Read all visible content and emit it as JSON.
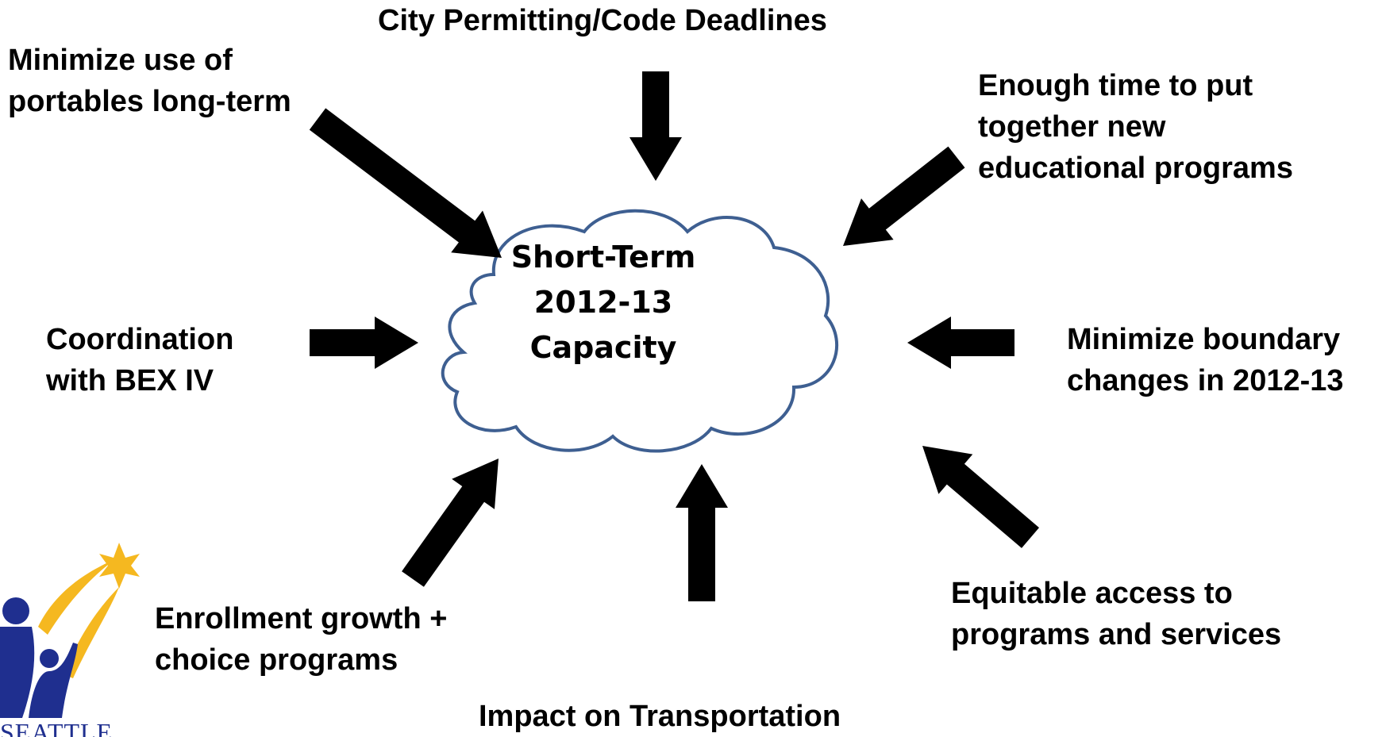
{
  "center": {
    "lines": [
      "Short-Term",
      "2012-13",
      "Capacity"
    ]
  },
  "factors": {
    "permitting": {
      "lines": [
        "City Permitting/Code Deadlines"
      ]
    },
    "portables": {
      "lines": [
        "Minimize use of",
        "portables long-term"
      ]
    },
    "programs_time": {
      "lines": [
        "Enough time to put",
        "together new",
        "educational programs"
      ]
    },
    "bex": {
      "lines": [
        "Coordination",
        "with BEX IV"
      ]
    },
    "boundary": {
      "lines": [
        "Minimize boundary",
        "changes in 2012-13"
      ]
    },
    "enrollment": {
      "lines": [
        "Enrollment growth +",
        "choice programs"
      ]
    },
    "equitable": {
      "lines": [
        "Equitable access to",
        "programs and services"
      ]
    },
    "transportation": {
      "lines": [
        "Impact on Transportation"
      ]
    }
  },
  "logo": {
    "text": "SEATTLE",
    "colors": {
      "figures": "#1f2f8f",
      "star": "#f5b820"
    }
  },
  "colors": {
    "arrow": "#000000",
    "cloud_stroke": "#3e5f91",
    "text": "#000000"
  }
}
